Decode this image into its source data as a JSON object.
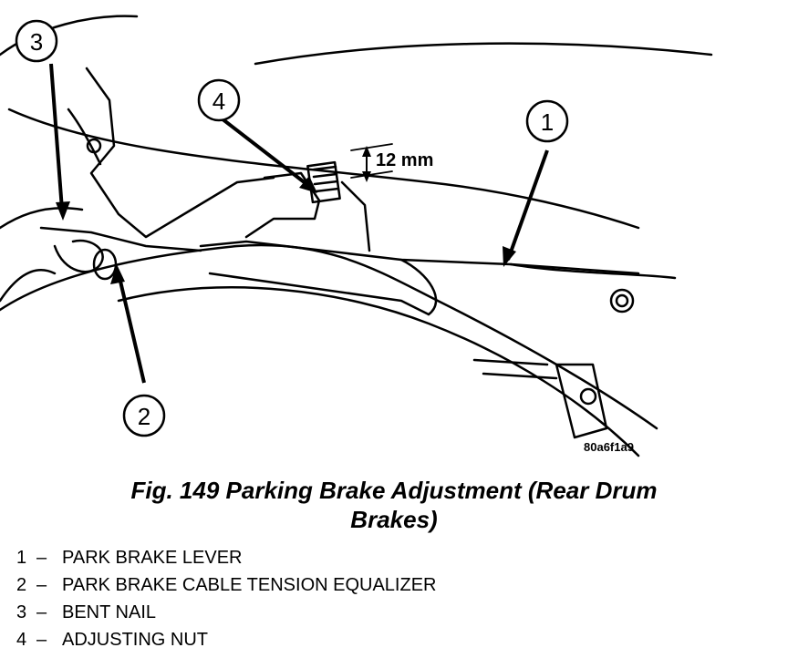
{
  "figure": {
    "callouts": {
      "c1": "1",
      "c2": "2",
      "c3": "3",
      "c4": "4"
    },
    "dimension_label": "12 mm",
    "figure_code": "80a6f1a9"
  },
  "caption": {
    "line1": "Fig. 149 Parking Brake Adjustment (Rear Drum",
    "line2": "Brakes)"
  },
  "legend": [
    {
      "num": "1",
      "dash": "–",
      "text": "PARK BRAKE LEVER"
    },
    {
      "num": "2",
      "dash": "–",
      "text": "PARK BRAKE CABLE TENSION EQUALIZER"
    },
    {
      "num": "3",
      "dash": "–",
      "text": "BENT NAIL"
    },
    {
      "num": "4",
      "dash": "–",
      "text": "ADJUSTING NUT"
    }
  ]
}
